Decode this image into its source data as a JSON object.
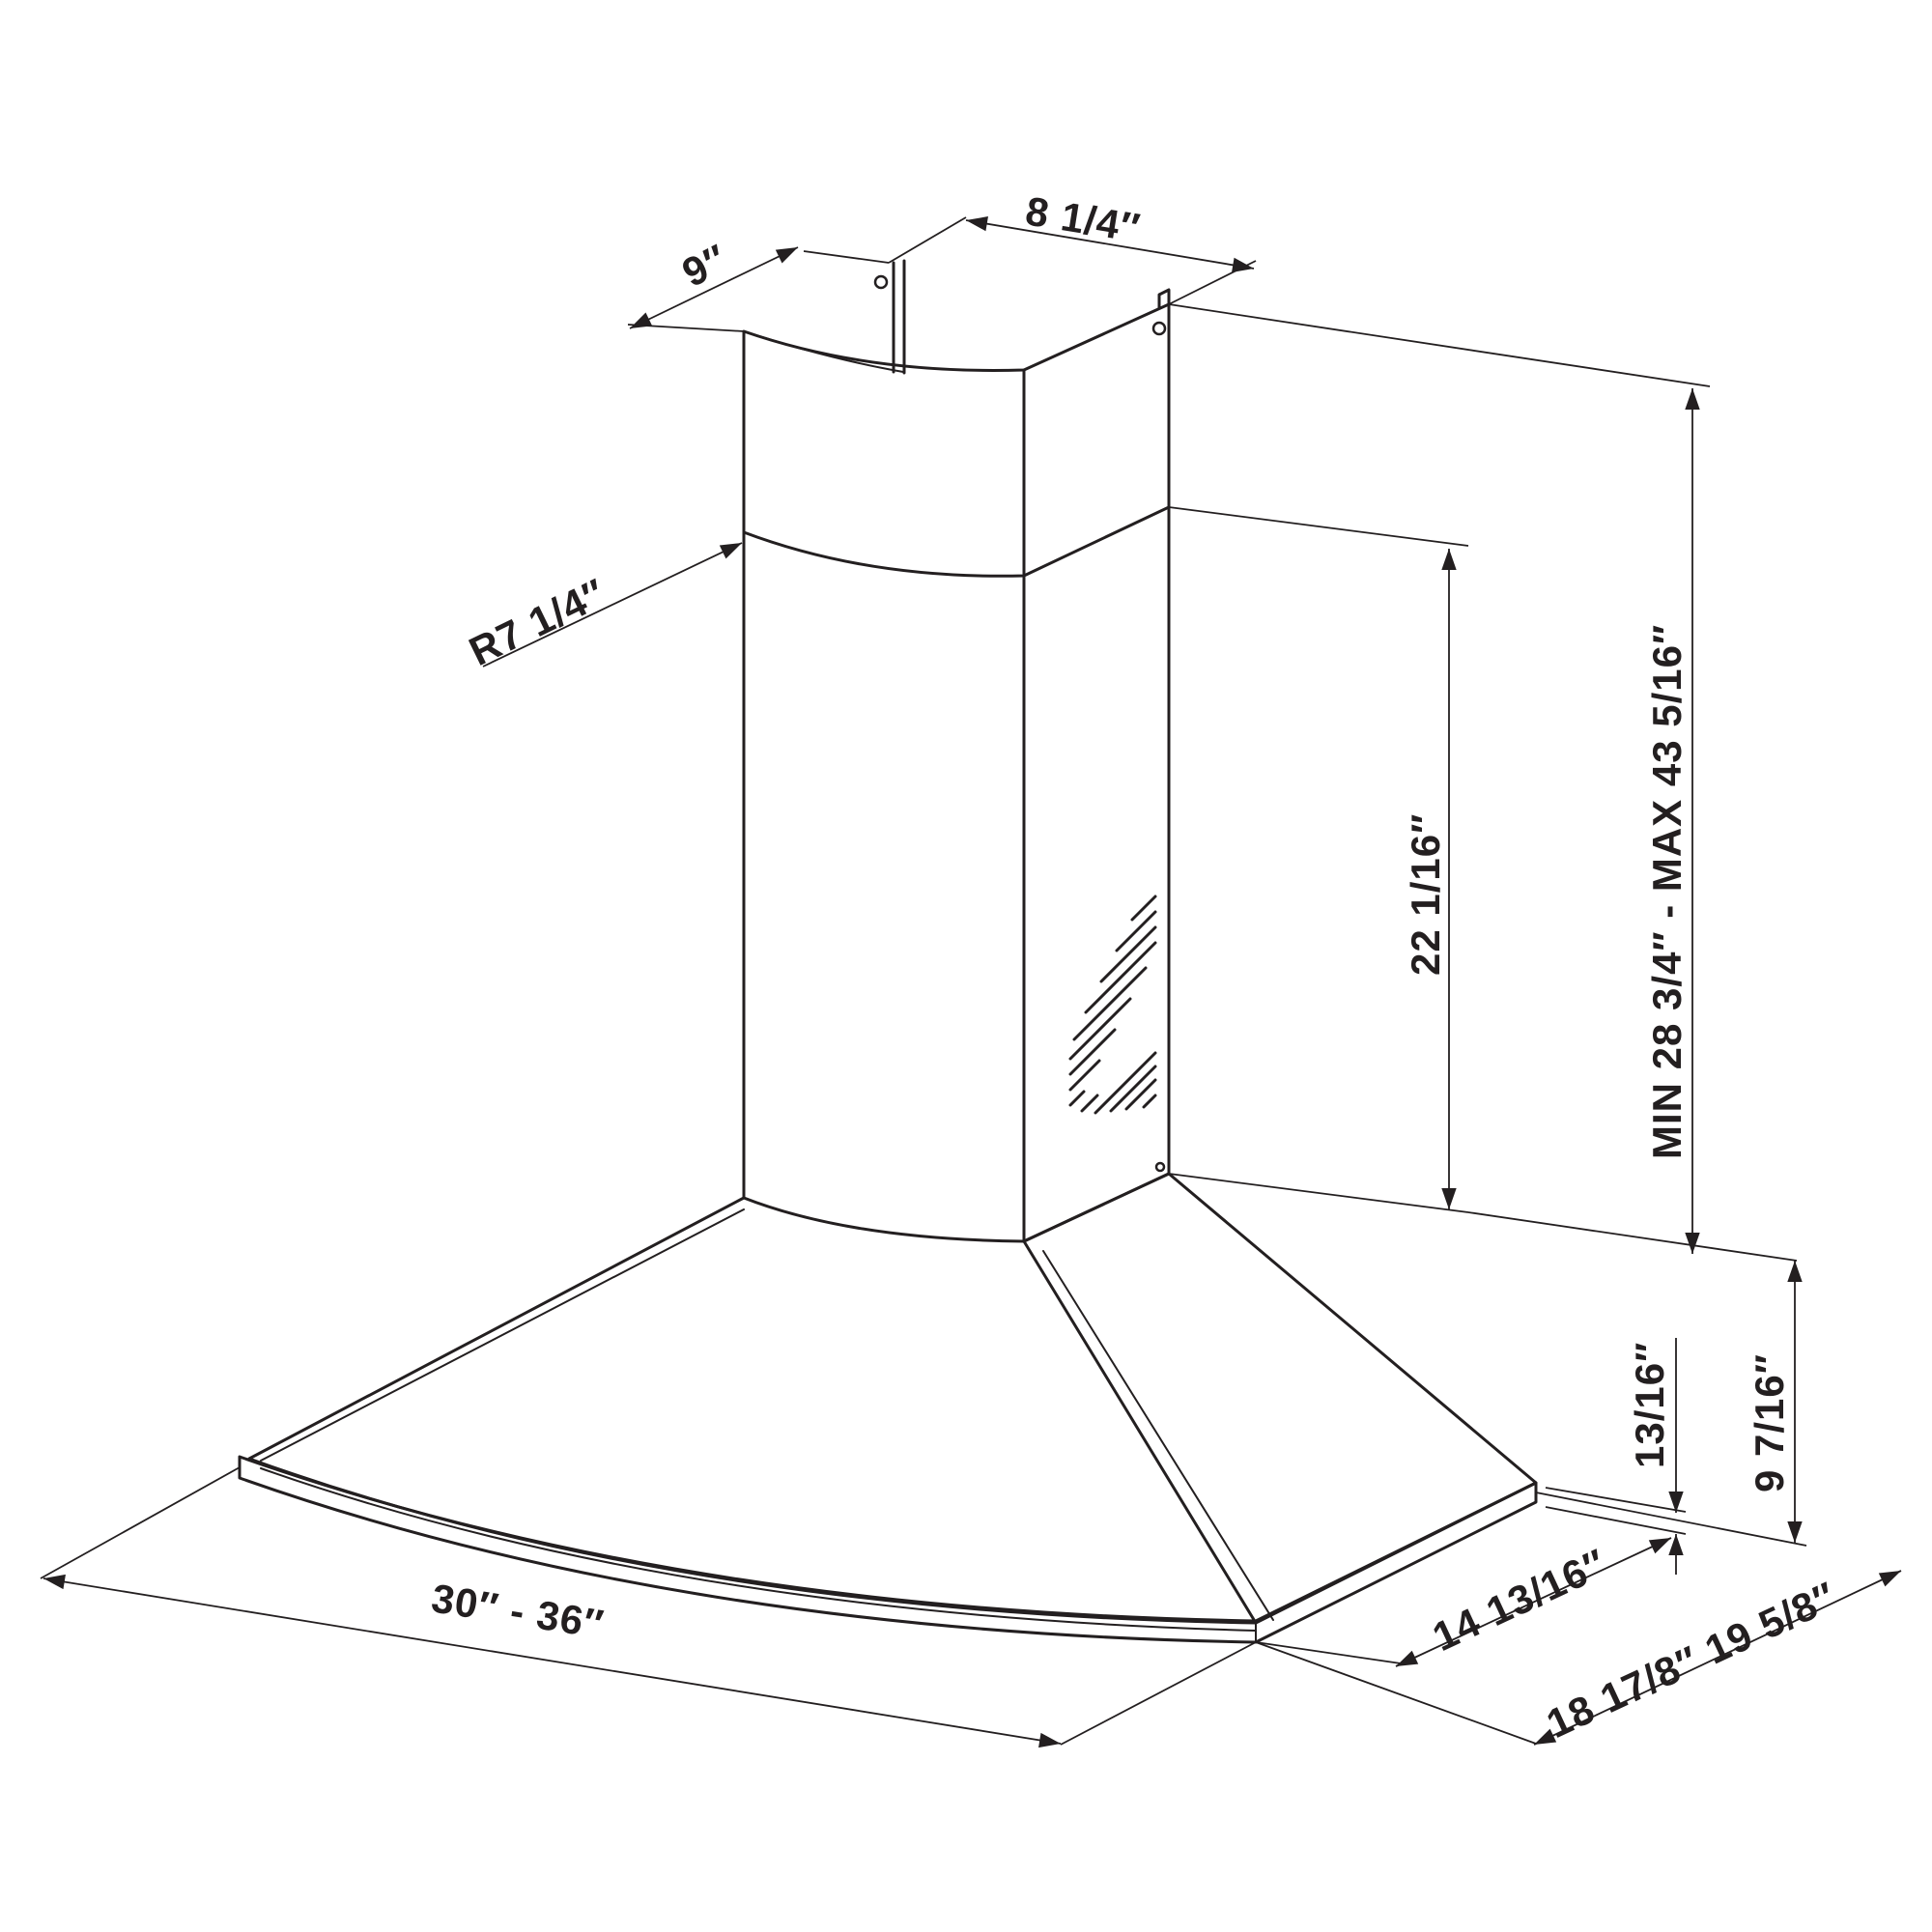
{
  "dimensions": {
    "duct_depth": "9″",
    "duct_width": "8  1/4″",
    "radius": "R7  1/4″",
    "chimney_height": "22  1/16″",
    "overall_height": "MIN  28  3/4″  -  MAX  43  5/16″",
    "canopy_height": "9  7/16″",
    "lip_height": "13/16″",
    "width": "30″  -  36″",
    "depth_small": "14  13/16″",
    "depth_large": "18  17/8″  19  5/8″"
  },
  "colors": {
    "line": "#231f20",
    "background": "#ffffff"
  }
}
